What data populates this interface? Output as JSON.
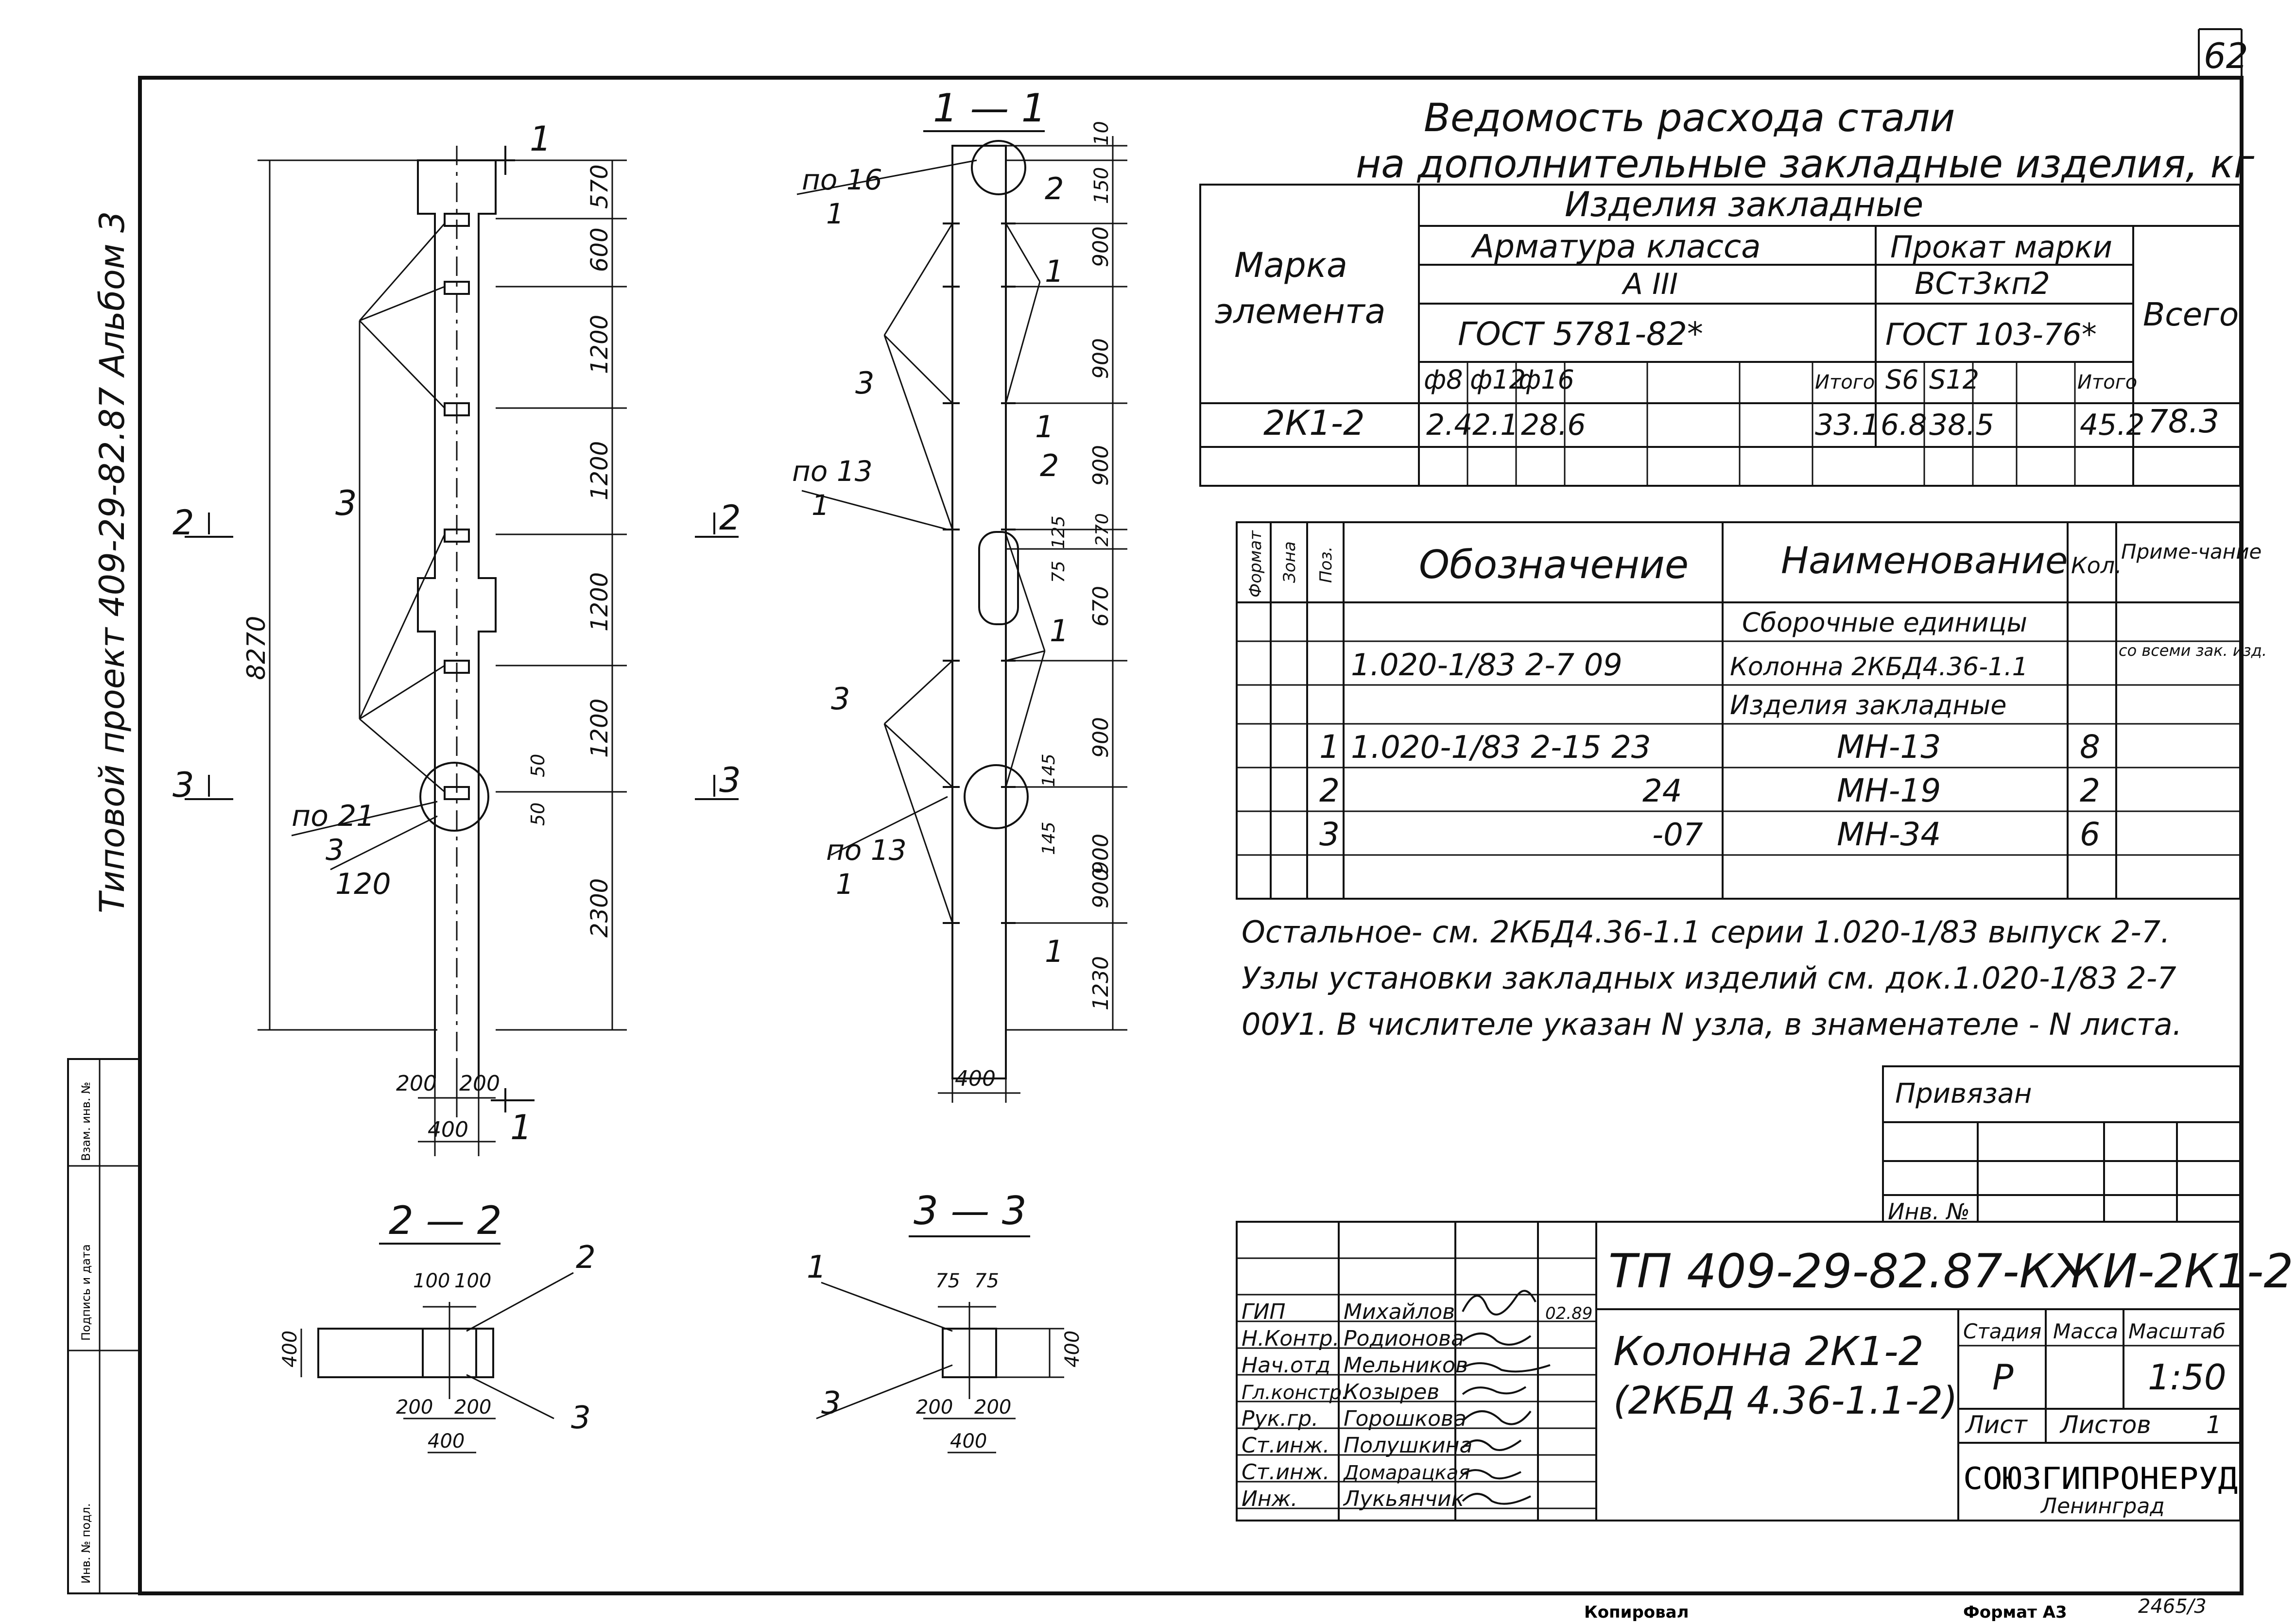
{
  "sheet_number": "62",
  "side_stamp": "Типовой проект 409-29-82.87 Альбом 3",
  "left_box_labels": [
    "Инв. № подл.",
    "Подпись и дата",
    "Взам. инв. №"
  ],
  "steel_table": {
    "title_line1": "Ведомость расхода стали",
    "title_line2": "на дополнительные закладные изделия, кг",
    "mark_header": [
      "Марка",
      "элемента"
    ],
    "group_header": "Изделия закладные",
    "rebar_header": [
      "Арматура класса",
      "А III",
      "ГОСТ 5781-82*"
    ],
    "rolled_header": [
      "Прокат марки",
      "ВСт3кп2",
      "ГОСТ 103-76*"
    ],
    "total_header": "Всего",
    "sub_columns": [
      "ф8",
      "ф12",
      "ф16",
      "",
      "",
      "",
      "Итого",
      "S6",
      "S12",
      "",
      "Итого"
    ],
    "rows": [
      {
        "mark": "2К1-2",
        "values": [
          "2.4",
          "2.1",
          "28.6",
          "",
          "",
          "",
          "33.1",
          "6.8",
          "38.5",
          "",
          "45.2"
        ],
        "total": "78.3"
      }
    ]
  },
  "spec_table": {
    "headers": {
      "format": "Формат",
      "zone": "Зона",
      "pos": "Поз.",
      "designation": "Обозначение",
      "name": "Наименование",
      "qty": "Кол.",
      "note": "Приме-чание"
    },
    "rows": [
      {
        "pos": "",
        "designation": "",
        "name": "Сборочные единицы",
        "qty": "",
        "note": ""
      },
      {
        "pos": "",
        "designation": "1.020-1/83 2-7 09",
        "name": "Колонна 2КБД4.36-1.1",
        "qty": "",
        "note": "со всеми зак. изд."
      },
      {
        "pos": "",
        "designation": "",
        "name": "Изделия закладные",
        "qty": "",
        "note": ""
      },
      {
        "pos": "1",
        "designation": "1.020-1/83 2-15 23",
        "name": "МН-13",
        "qty": "8",
        "note": ""
      },
      {
        "pos": "2",
        "designation": "24",
        "name": "МН-19",
        "qty": "2",
        "note": ""
      },
      {
        "pos": "3",
        "designation": "-07",
        "name": "МН-34",
        "qty": "6",
        "note": ""
      }
    ]
  },
  "notes": [
    "Остальное- см. 2КБД4.36-1.1 серии 1.020-1/83 выпуск 2-7.",
    "Узлы установки закладных изделий см. док.1.020-1/83 2-7",
    "00У1. В числителе указан N узла, в знаменателе - N листа."
  ],
  "binding_block": {
    "title": "Привязан",
    "inv_label": "Инв. №"
  },
  "title_block": {
    "doc_code": "ТП 409-29-82.87-КЖИ-2К1-2",
    "item_name_line1": "Колонна 2К1-2",
    "item_name_line2": "(2КБД 4.36-1.1-2)",
    "date": "02.89",
    "roles": [
      {
        "role": "ГИП",
        "name": "Михайлов"
      },
      {
        "role": "Н.Контр.",
        "name": "Родионова"
      },
      {
        "role": "Нач.отд",
        "name": "Мельников"
      },
      {
        "role": "Гл.констр.",
        "name": "Козырев"
      },
      {
        "role": "Рук.гр.",
        "name": "Горошкова"
      },
      {
        "role": "Ст.инж.",
        "name": "Полушкина"
      },
      {
        "role": "Ст.инж.",
        "name": "Домарацкая"
      },
      {
        "role": "Инж.",
        "name": "Лукьянчик"
      }
    ],
    "stage_label": "Стадия",
    "stage": "Р",
    "mass_label": "Масса",
    "scale_label": "Масштаб",
    "scale": "1:50",
    "sheet_label": "Лист",
    "sheets_label": "Листов",
    "sheets": "1",
    "organization": "СОЮЗГИПРОНЕРУД",
    "city": "Ленинград"
  },
  "footer": {
    "copied": "Копировал",
    "format": "Формат А3",
    "archive": "2465/3"
  },
  "view_elevation": {
    "cut_1": "1",
    "cut_2": "2",
    "cut_3": "3",
    "dims_right": [
      "570",
      "600",
      "1200",
      "1200",
      "1200",
      "1200",
      "2300"
    ],
    "total_height": "8270",
    "dims_bottom": [
      "200",
      "200",
      "400"
    ],
    "small_dims": [
      "50",
      "50"
    ],
    "leader_pos": "3",
    "leader_ref_top": "по 21",
    "leader_ref_bottom": "3",
    "offset": "120"
  },
  "view_section_1_1": {
    "title": "1 — 1",
    "dims_right": [
      "10",
      "150",
      "900",
      "900",
      "900",
      "270",
      "670",
      "900",
      "900",
      "900",
      "1230"
    ],
    "side_dims": [
      "75",
      "125",
      "145",
      "145"
    ],
    "width": "400",
    "labels": [
      {
        "top": "по 16",
        "bottom": "1"
      },
      {
        "top": "по 13",
        "bottom": "1"
      },
      {
        "top": "по 13",
        "bottom": "1"
      }
    ],
    "pos_labels": [
      "2",
      "1",
      "3",
      "1",
      "2",
      "1",
      "3",
      "1"
    ]
  },
  "view_section_2_2": {
    "title": "2 — 2",
    "dims": [
      "100",
      "100",
      "200",
      "200",
      "400",
      "400"
    ],
    "pos": [
      "2",
      "3"
    ]
  },
  "view_section_3_3": {
    "title": "3 — 3",
    "dims": [
      "75",
      "75",
      "200",
      "200",
      "400",
      "400"
    ],
    "pos": [
      "1",
      "3"
    ]
  }
}
